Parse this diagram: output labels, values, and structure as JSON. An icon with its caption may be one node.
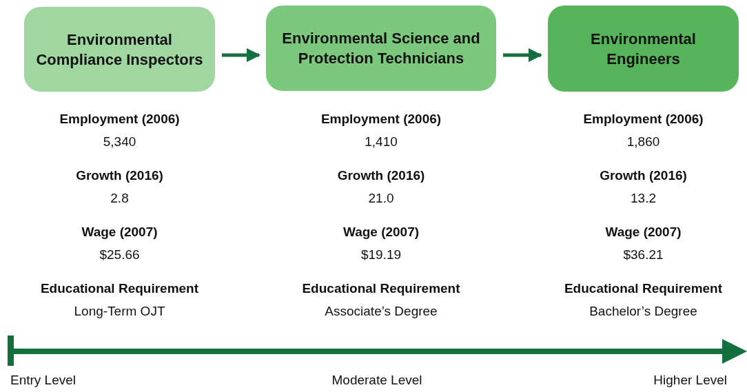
{
  "diagram": {
    "nodes": [
      {
        "text": [
          "Environmental Compliance Inspectors"
        ],
        "beside": [
          "Employment (2006)",
          "5,340",
          "Growth (2016)",
          "2.8",
          "Wage (2007)",
          "$25.66",
          "Educational Requirement",
          "Long-Term OJT"
        ]
      },
      {
        "text": [
          "Environmental Science and Protection Technicians"
        ],
        "beside": [
          "Employment (2006)",
          "1,410",
          "Growth (2016)",
          "21.0",
          "Wage (2007)",
          "$19.19",
          "Educational Requirement",
          "Associate’s Degree"
        ]
      },
      {
        "text": [
          "Environmental Engineers"
        ],
        "beside": [
          "Employment (2006)",
          "1,860",
          "Growth (2016)",
          "13.2",
          "Wage (2007)",
          "$36.21",
          "Educational Requirement",
          "Bachelor’s Degree"
        ]
      }
    ],
    "edges": [
      {
        "from": 0,
        "to": 1,
        "arrow": "to"
      },
      {
        "from": 1,
        "to": 2,
        "arrow": "to"
      }
    ],
    "labels": [
      "Entry Level",
      "Moderate Level",
      "Higher Level"
    ]
  }
}
